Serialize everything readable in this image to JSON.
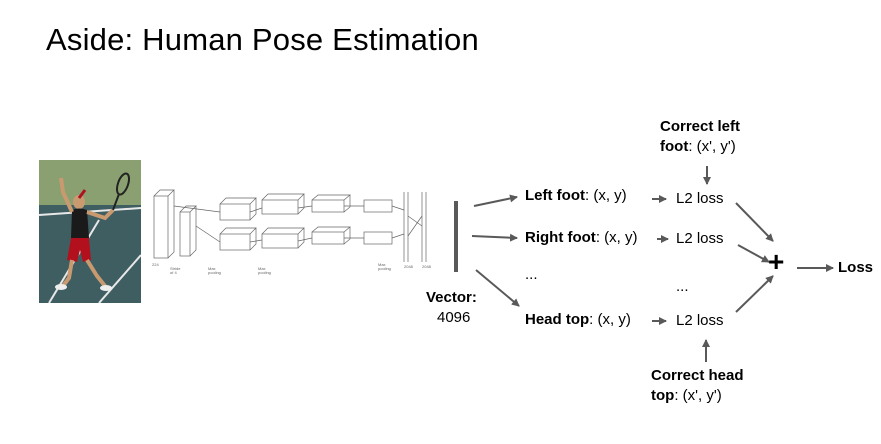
{
  "slide": {
    "title": "Aside: Human Pose Estimation"
  },
  "diagram": {
    "vector_label": "Vector:",
    "vector_value": "4096",
    "outputs": [
      {
        "name": "Left foot",
        "coords": ": (x, y)",
        "loss": "L2 loss"
      },
      {
        "name": "Right foot",
        "coords": ": (x, y)",
        "loss": "L2 loss"
      },
      {
        "name": "Head top",
        "coords": ": (x, y)",
        "loss": "L2 loss"
      }
    ],
    "ellipsis_left": "...",
    "ellipsis_right": "...",
    "correct_left_line1": "Correct left",
    "correct_left_line2_bold": "foot",
    "correct_left_line2_rest": ": (x', y')",
    "correct_head_line1": "Correct head",
    "correct_head_line2_bold": "top",
    "correct_head_line2_rest": ": (x', y')",
    "plus": "+",
    "loss": "Loss"
  },
  "colors": {
    "arrow": "#595959",
    "court": "#3d6e4a",
    "shirt": "#1a1a1a",
    "shorts": "#b3101e"
  }
}
